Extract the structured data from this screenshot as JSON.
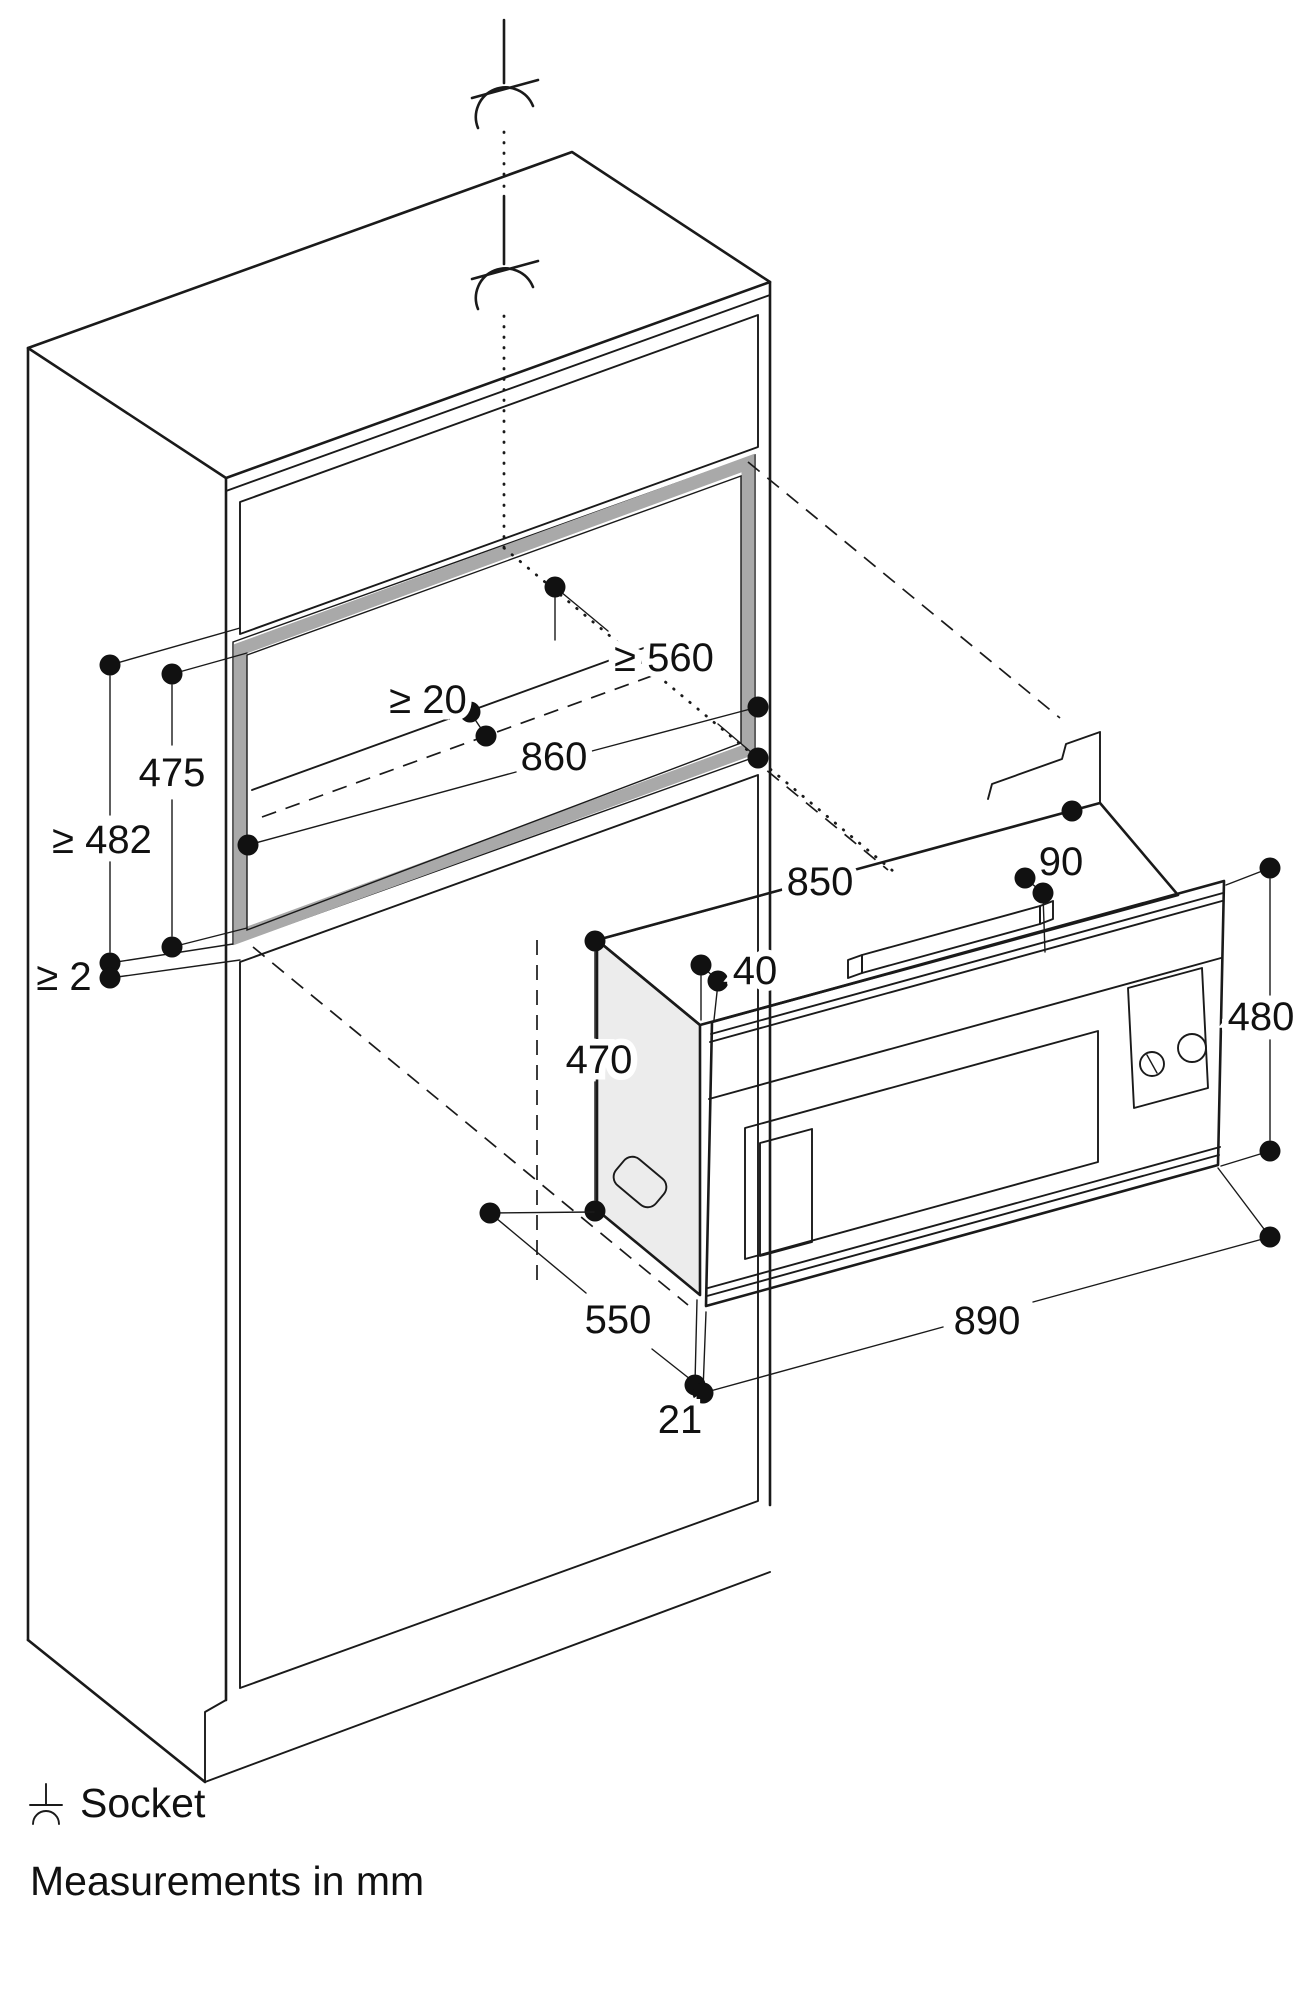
{
  "figure": {
    "type": "appliance-installation-diagram",
    "units": "mm"
  },
  "labels": {
    "niche_depth": "≥ 560",
    "rear_clearance": "≥ 20",
    "niche_width": "860",
    "niche_height": "475",
    "niche_height_min": "≥ 482",
    "bottom_gap": "≥ 2",
    "appliance_width": "850",
    "handle_offset": "90",
    "front_overhang": "40",
    "appliance_height": "470",
    "panel_height": "480",
    "appliance_depth": "550",
    "panel_width": "890",
    "panel_bottom_overhang": "21"
  },
  "legend": {
    "socket_label": "Socket",
    "units_note": "Measurements in mm"
  },
  "colors": {
    "line": "#1a1a1a",
    "niche_highlight": "#a9a9a9",
    "oven_side_panel": "#ececec",
    "background": "#ffffff"
  },
  "icons": {
    "socket_symbol": "socket-icon"
  }
}
